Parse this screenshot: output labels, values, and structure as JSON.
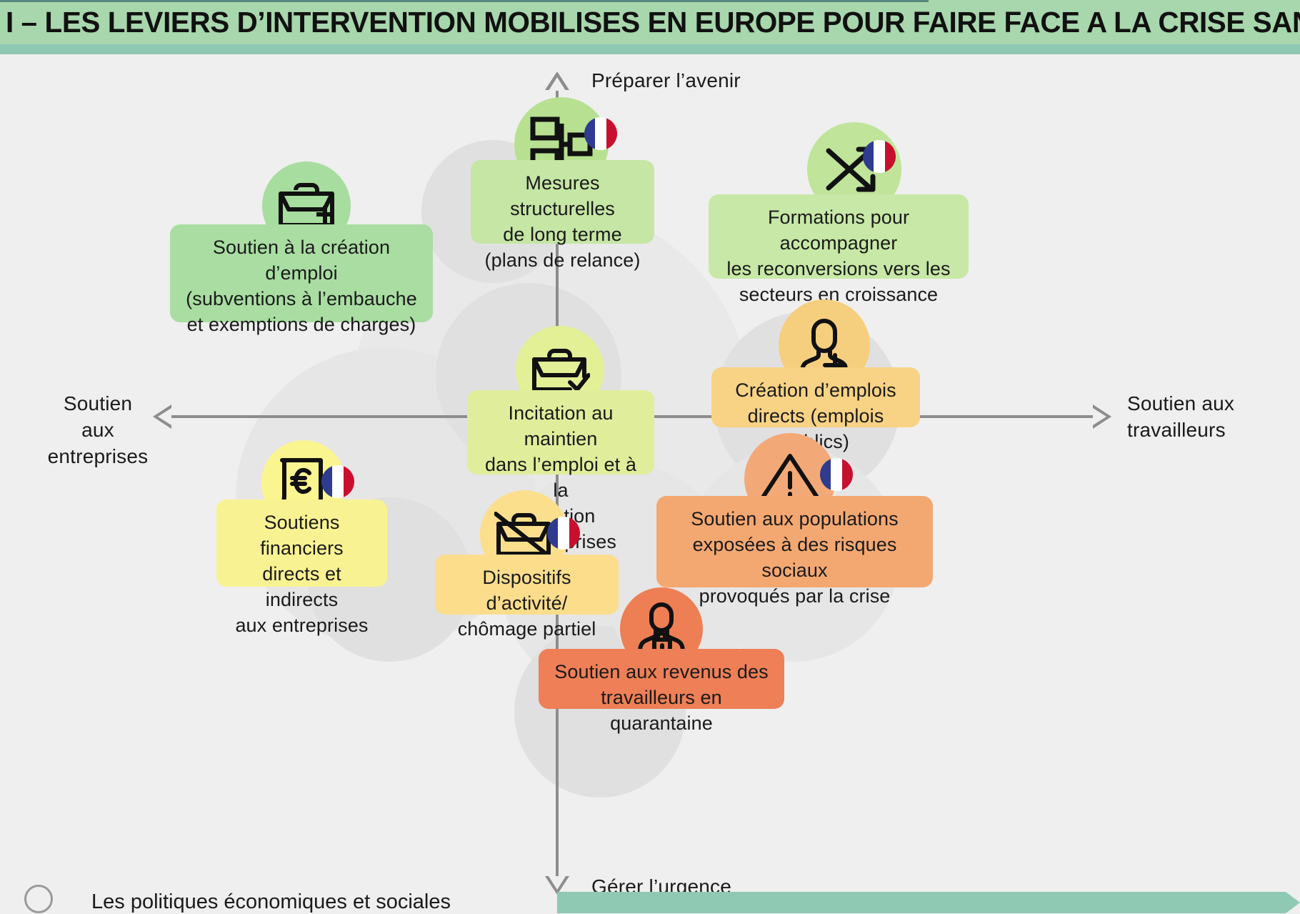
{
  "header": {
    "title": "I – LES LEVIERS D’INTERVENTION MOBILISES EN EUROPE POUR FAIRE FACE A LA CRISE SANITAIRE",
    "band_color": "#a8d6ad",
    "band_accent_color": "#8fc9b4"
  },
  "axes": {
    "top_label": "Préparer l’avenir",
    "bottom_label": "Gérer l’urgence",
    "left_label_line1": "Soutien aux",
    "left_label_line2": "entreprises",
    "right_label_line1": "Soutien aux",
    "right_label_line2": "travailleurs",
    "line_color": "#8d8d8d"
  },
  "legend": {
    "text": "Les politiques économiques et sociales",
    "marker_icon": "circle-outline-icon"
  },
  "nodes": [
    {
      "id": "mesures-structurelles",
      "line1": "Mesures structurelles",
      "line2": "de long terme",
      "line3": "(plans de relance)",
      "icon": "org-chart-icon",
      "color": "#c5e6a4",
      "badge_color": "#b7e191",
      "flag": "france-flag-icon"
    },
    {
      "id": "soutien-creation-emploi",
      "line1": "Soutien à la création d’emploi",
      "line2": "(subventions à l’embauche",
      "line3": "et exemptions de charges)",
      "icon": "briefcase-plus-icon",
      "color": "#a9dda2",
      "badge_color": "#a7dd9e",
      "flag": null
    },
    {
      "id": "formations-reconversions",
      "line1": "Formations pour accompagner",
      "line2": "les reconversions vers les",
      "line3": "secteurs en croissance",
      "icon": "shuffle-arrows-icon",
      "color": "#c7e8a6",
      "badge_color": "#bfe49a",
      "flag": "france-flag-icon"
    },
    {
      "id": "incitation-maintien-emploi",
      "line1": "Incitation au maintien",
      "line2": "dans l’emploi et à la",
      "line3": "création d’entreprises",
      "icon": "briefcase-check-icon",
      "color": "#e0ee9b",
      "badge_color": "#e3f096",
      "flag": null
    },
    {
      "id": "creation-emplois-directs",
      "line1": "Création d’emplois",
      "line2": "directs (emplois publics)",
      "line3": "",
      "icon": "person-plus-icon",
      "color": "#f8d285",
      "badge_color": "#f5cf7e",
      "flag": null
    },
    {
      "id": "soutiens-financiers",
      "line1": "Soutiens financiers",
      "line2": "directs et indirects",
      "line3": "aux entreprises",
      "icon": "euro-document-icon",
      "color": "#f9f292",
      "badge_color": "#fbf58f",
      "flag": "france-flag-icon"
    },
    {
      "id": "dispositifs-activite-partielle",
      "line1": "Dispositifs d’activité/",
      "line2": "chômage partiel",
      "line3": "",
      "icon": "briefcase-crossed-icon",
      "color": "#fbdd8c",
      "badge_color": "#fbdf8d",
      "flag": "france-flag-icon"
    },
    {
      "id": "soutien-populations-exposees",
      "line1": "Soutien aux populations",
      "line2": "exposées à des risques sociaux",
      "line3": "provoqués par la crise",
      "icon": "warning-triangle-icon",
      "color": "#f4a871",
      "badge_color": "#f3a977",
      "flag": "france-flag-icon"
    },
    {
      "id": "soutien-revenus-quarantaine",
      "line1": "Soutien aux revenus des",
      "line2": "travailleurs en quarantaine",
      "line3": "",
      "icon": "person-lock-icon",
      "color": "#ef7f56",
      "badge_color": "#ee7f54",
      "flag": null
    }
  ]
}
